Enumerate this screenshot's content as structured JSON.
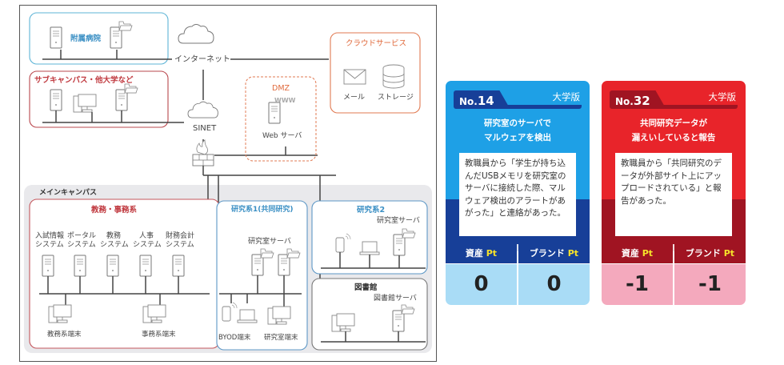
{
  "diagram": {
    "internet": "インターネット",
    "sinet": "SINET",
    "hospital": "附属病院",
    "subcampus": "サブキャンパス・他大学など",
    "cloud_services": {
      "title": "クラウドサービス",
      "mail": "メール",
      "storage": "ストレージ"
    },
    "dmz": {
      "title": "DMZ",
      "www": "WWW",
      "web_server": "Web サーバ"
    },
    "main_campus": "メインキャンパス",
    "admin": {
      "title": "教務・事務系",
      "systems": [
        {
          "line1": "入試情報",
          "line2": "システム"
        },
        {
          "line1": "ポータル",
          "line2": "システム"
        },
        {
          "line1": "教務",
          "line2": "システム"
        },
        {
          "line1": "人事",
          "line2": "システム"
        },
        {
          "line1": "財務会計",
          "line2": "システム"
        }
      ],
      "terminal_academic": "教務系端末",
      "terminal_office": "事務系端末"
    },
    "research1": {
      "title": "研究系1(共同研究)",
      "lab_server": "研究室サーバ",
      "byod": "BYOD端末",
      "lab_terminal": "研究室端末"
    },
    "research2": {
      "title": "研究系2",
      "lab_server": "研究室サーバ"
    },
    "library": {
      "title": "図書館",
      "server": "図書館サーバ"
    }
  },
  "cards": [
    {
      "no_prefix": "No.",
      "number": "14",
      "edition": "大学版",
      "title_line1": "研究室のサーバで",
      "title_line2": "マルウェアを検出",
      "description": "教職員から「学生が持ち込んだUSBメモリを研究室のサーバに接続した際、マルウェア検出のアラートがあがった」と連絡があった。",
      "asset_label": "資産",
      "brand_label": "ブランド",
      "pt_label": "Pt",
      "asset_value": "0",
      "brand_value": "0",
      "colors": {
        "top": "#1ea0e6",
        "dark": "#173f98",
        "value_bg": "#a9dcf6"
      }
    },
    {
      "no_prefix": "No.",
      "number": "32",
      "edition": "大学版",
      "title_line1": "共同研究データが",
      "title_line2": "漏えいしていると報告",
      "description": "教職員から「共同研究のデータが外部サイト上にアップロードされている」と報告があった。",
      "asset_label": "資産",
      "brand_label": "ブランド",
      "pt_label": "Pt",
      "asset_value": "-1",
      "brand_value": "-1",
      "colors": {
        "top": "#e8242a",
        "dark": "#a01422",
        "value_bg": "#f4a9bd"
      }
    }
  ]
}
